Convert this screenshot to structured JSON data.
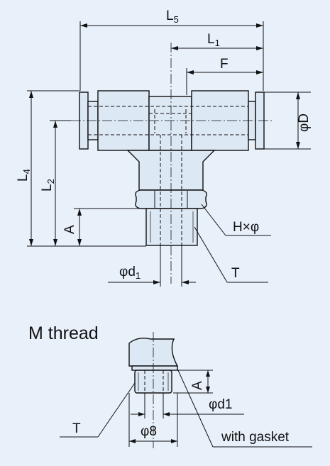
{
  "dimensions": {
    "l5": {
      "main": "L",
      "sub": "5"
    },
    "l1": {
      "main": "L",
      "sub": "1"
    },
    "f": "F",
    "d": "φD",
    "l4": {
      "main": "L",
      "sub": "4"
    },
    "l2": {
      "main": "L",
      "sub": "2"
    },
    "a": "A",
    "hx": "H×φ",
    "d1": {
      "main": "φd",
      "sub": "1"
    },
    "t": "T"
  },
  "m_thread": {
    "title": "M thread",
    "a": "A",
    "d1": "φd1",
    "t": "T",
    "d8": "φ8",
    "gasket": "with gasket"
  }
}
